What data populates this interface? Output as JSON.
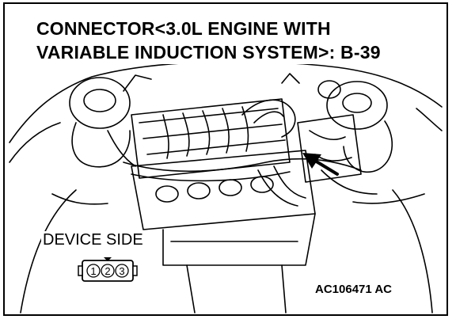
{
  "title": {
    "line1": "CONNECTOR<3.0L ENGINE WITH",
    "line2": "VARIABLE INDUCTION SYSTEM>: B-39"
  },
  "device_label": "DEVICE SIDE",
  "connector": {
    "pins": [
      "1",
      "2",
      "3"
    ]
  },
  "figure_id": "AC106471 AC",
  "icons": {
    "pointer": "arrow-icon",
    "connector": "connector-icon"
  }
}
